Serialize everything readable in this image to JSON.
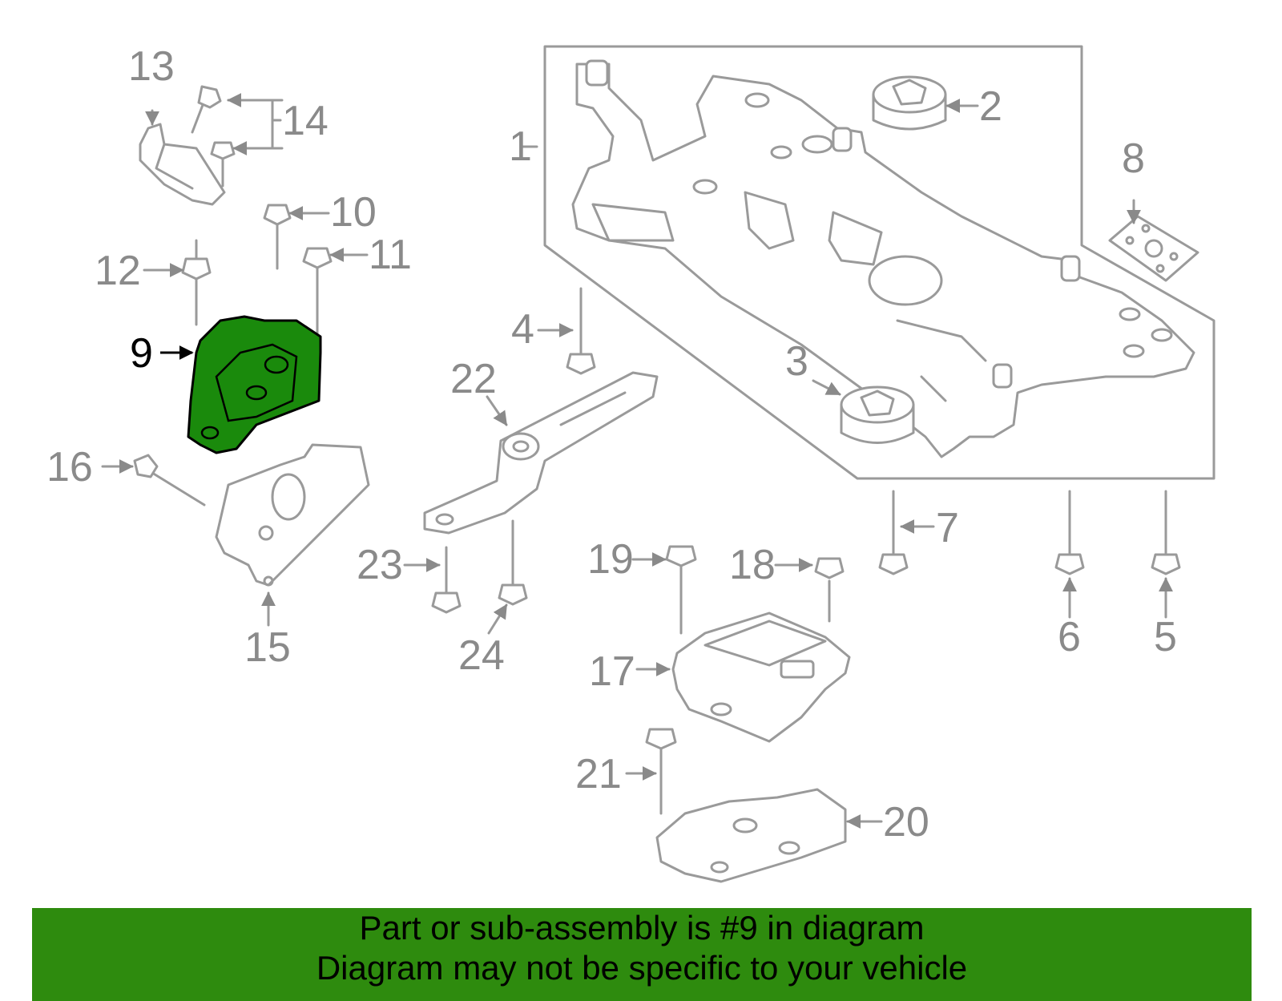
{
  "callouts": {
    "c1": "1",
    "c2": "2",
    "c3": "3",
    "c4": "4",
    "c5": "5",
    "c6": "6",
    "c7": "7",
    "c8": "8",
    "c9": "9",
    "c10": "10",
    "c11": "11",
    "c12": "12",
    "c13": "13",
    "c14": "14",
    "c15": "15",
    "c16": "16",
    "c17": "17",
    "c18": "18",
    "c19": "19",
    "c20": "20",
    "c21": "21",
    "c22": "22",
    "c23": "23",
    "c24": "24"
  },
  "banner": {
    "line1": "Part or sub-assembly is #9 in diagram",
    "line2": "Diagram may not be specific to your vehicle"
  },
  "colors": {
    "highlight": "#1a8a0c",
    "banner": "#2e8b0e",
    "part_outline": "#9a9a9a"
  }
}
